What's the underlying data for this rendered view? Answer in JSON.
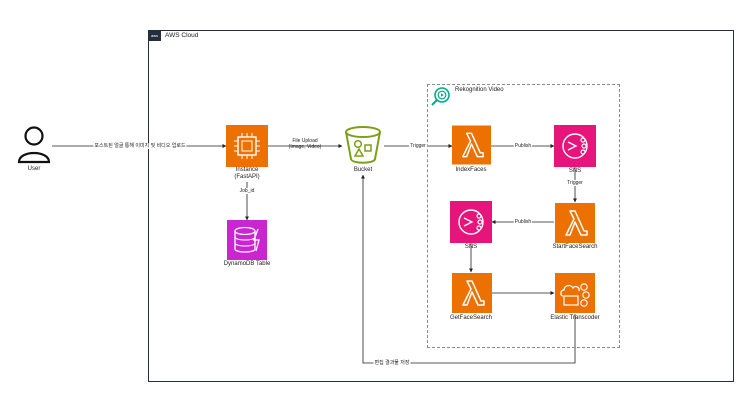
{
  "cloud": {
    "label": "AWS Cloud",
    "badge": "aws"
  },
  "group": {
    "label": "Rekognition Video"
  },
  "nodes": {
    "user": "User",
    "instance": "Instance\n(FastAPI)",
    "dynamodb": "DynamoDB Table",
    "bucket": "Bucket",
    "indexfaces": "IndexFaces",
    "sns1": "SNS",
    "startfacesearch": "StartFaceSearch",
    "sns2": "SNS",
    "getfacesearch": "GetFaceSearch",
    "transcoder": "Elastic Transcoder"
  },
  "edges": {
    "user_instance": "포스트된 얼굴 통해 이미지 및 비디오 업로드",
    "instance_bucket": "File Upload\n(Image, Video)",
    "instance_dynamo": "Job_id",
    "bucket_index": "Trigger",
    "index_sns": "Publish",
    "sns_start": "Trigger",
    "start_sns2": "Publish",
    "result": "편집 결과물 저장"
  },
  "colors": {
    "compute": "#ed7100",
    "storage": "#7aa116",
    "database": "#c925d1",
    "integration": "#e7157b",
    "dark": "#232f3e"
  }
}
